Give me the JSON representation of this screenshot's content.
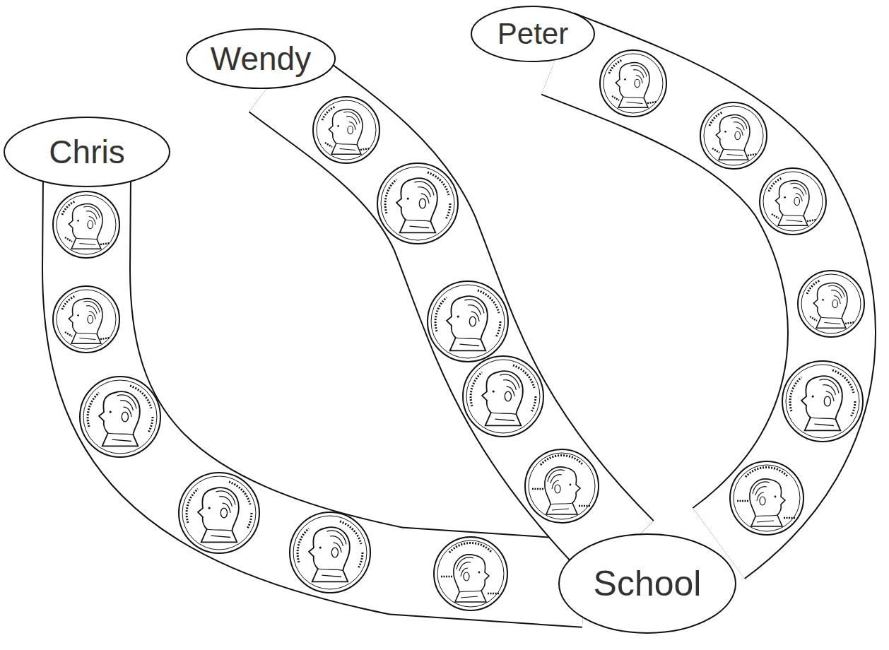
{
  "diagram": {
    "nodes": [
      {
        "text": [
          "Chris"
        ]
      },
      {
        "text": [
          "Wendy"
        ]
      },
      {
        "text": [
          "Peter"
        ]
      },
      {
        "text": [
          "School"
        ]
      }
    ],
    "edges": [
      {
        "from": 0,
        "to": 3,
        "arrow": "none"
      },
      {
        "from": 1,
        "to": 3,
        "arrow": "none"
      },
      {
        "from": 2,
        "to": 3,
        "arrow": "none"
      }
    ]
  }
}
